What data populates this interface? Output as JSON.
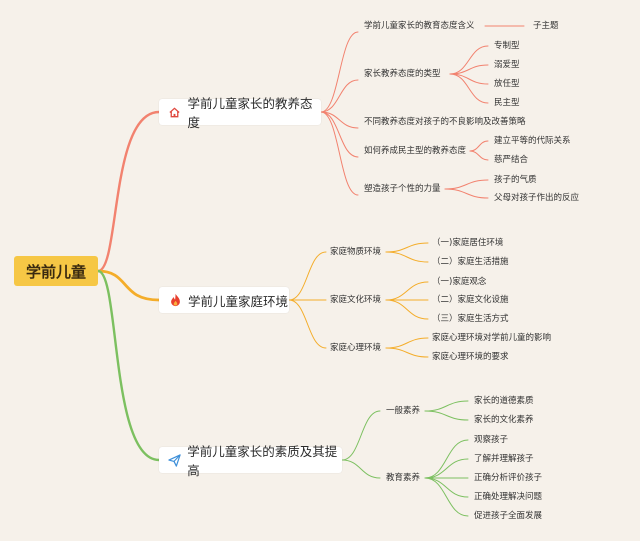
{
  "root": {
    "label": "学前儿童"
  },
  "colors": {
    "red": "#f2826f",
    "orange": "#f4ad2a",
    "green": "#7cc060",
    "root_bg": "#f6c745"
  },
  "branches": [
    {
      "label": "学前儿童家长的教养态度",
      "icon": "home-icon",
      "children": [
        {
          "label": "学前儿童家长的教育态度含义",
          "children": [
            {
              "label": "子主题"
            }
          ]
        },
        {
          "label": "家长教养态度的类型",
          "children": [
            {
              "label": "专制型"
            },
            {
              "label": "溺爱型"
            },
            {
              "label": "放任型"
            },
            {
              "label": "民主型"
            }
          ]
        },
        {
          "label": "不同教养态度对孩子的不良影响及改善策略",
          "children": []
        },
        {
          "label": "如何养成民主型的教养态度",
          "children": [
            {
              "label": "建立平等的代际关系"
            },
            {
              "label": "慈严结合"
            }
          ]
        },
        {
          "label": "塑造孩子个性的力量",
          "children": [
            {
              "label": "孩子的气质"
            },
            {
              "label": "父母对孩子作出的反应"
            }
          ]
        }
      ]
    },
    {
      "label": "学前儿童家庭环境",
      "icon": "fire-icon",
      "children": [
        {
          "label": "家庭物质环境",
          "children": [
            {
              "label": "（一)家庭居住环境"
            },
            {
              "label": "（二）家庭生活措施"
            }
          ]
        },
        {
          "label": "家庭文化环境",
          "children": [
            {
              "label": "（一)家庭观念"
            },
            {
              "label": "（二）家庭文化设施"
            },
            {
              "label": "（三）家庭生活方式"
            }
          ]
        },
        {
          "label": "家庭心理环境",
          "children": [
            {
              "label": "家庭心理环境对学前儿童的影响"
            },
            {
              "label": "家庭心理环境的要求"
            }
          ]
        }
      ]
    },
    {
      "label": "学前儿童家长的素质及其提高",
      "icon": "send-icon",
      "children": [
        {
          "label": "一般素养",
          "children": [
            {
              "label": "家长的道德素质"
            },
            {
              "label": "家长的文化素养"
            }
          ]
        },
        {
          "label": "教育素养",
          "children": [
            {
              "label": "观察孩子"
            },
            {
              "label": "了解并理解孩子"
            },
            {
              "label": "正确分析评价孩子"
            },
            {
              "label": "正确处理解决问题"
            },
            {
              "label": "促进孩子全面发展"
            }
          ]
        }
      ]
    }
  ]
}
